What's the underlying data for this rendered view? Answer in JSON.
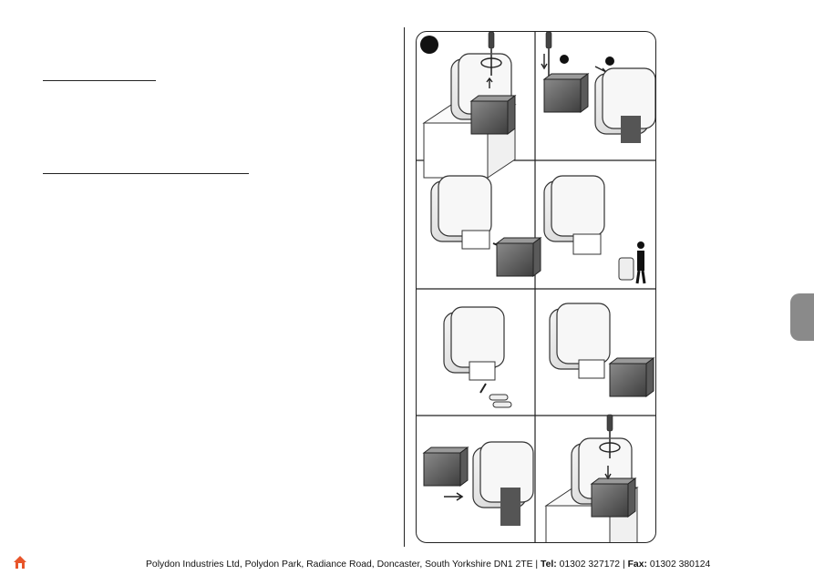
{
  "footer": {
    "company": "Polydon Industries Ltd, Polydon Park, Radiance Road, Doncaster, South Yorkshire DN1 2TE",
    "sep": "|",
    "tel_label": "Tel:",
    "tel": "01302 327172",
    "fax_label": "Fax:",
    "fax": "01302 380124"
  },
  "icons": {
    "home": "home-icon",
    "step_marker": "step-marker-icon",
    "screwdriver": "screwdriver-icon",
    "arrows": "arrow-icon",
    "battery": "battery-icon",
    "recycle_person": "disposal-person-icon"
  },
  "colors": {
    "accent": "#e8552a",
    "tab": "#8a8a8a",
    "device_light": "#e6e6e6",
    "device_dark": "#555555"
  }
}
